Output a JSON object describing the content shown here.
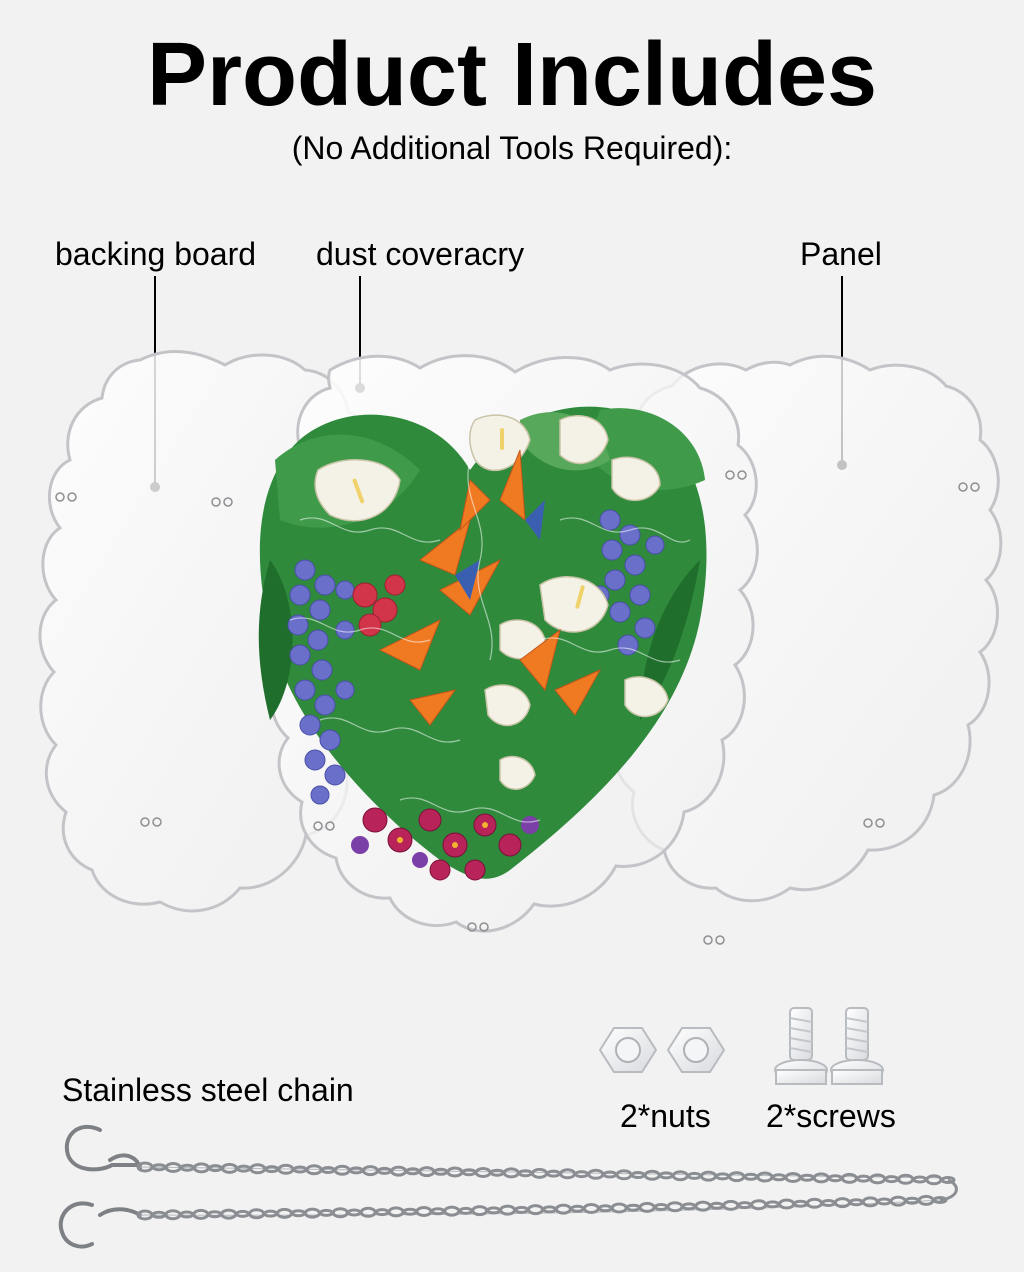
{
  "header": {
    "title": "Product Includes",
    "subtitle": "(No Additional Tools Required):"
  },
  "parts": {
    "backing_board": "backing board",
    "dust_cover": "dust coveracry",
    "panel": "Panel",
    "chain": "Stainless steel chain",
    "nuts": "2*nuts",
    "screws": "2*screws"
  },
  "colors": {
    "background": "#f3f2f2",
    "text": "#000000",
    "acrylic_edge": "#c9c9cc",
    "leaf_green": "#2f8a3c",
    "petal_white": "#f4f2e6",
    "orange": "#f07a22",
    "purple": "#6a6fc9",
    "magenta": "#b8245a",
    "chain_steel": "#8a8d92"
  }
}
